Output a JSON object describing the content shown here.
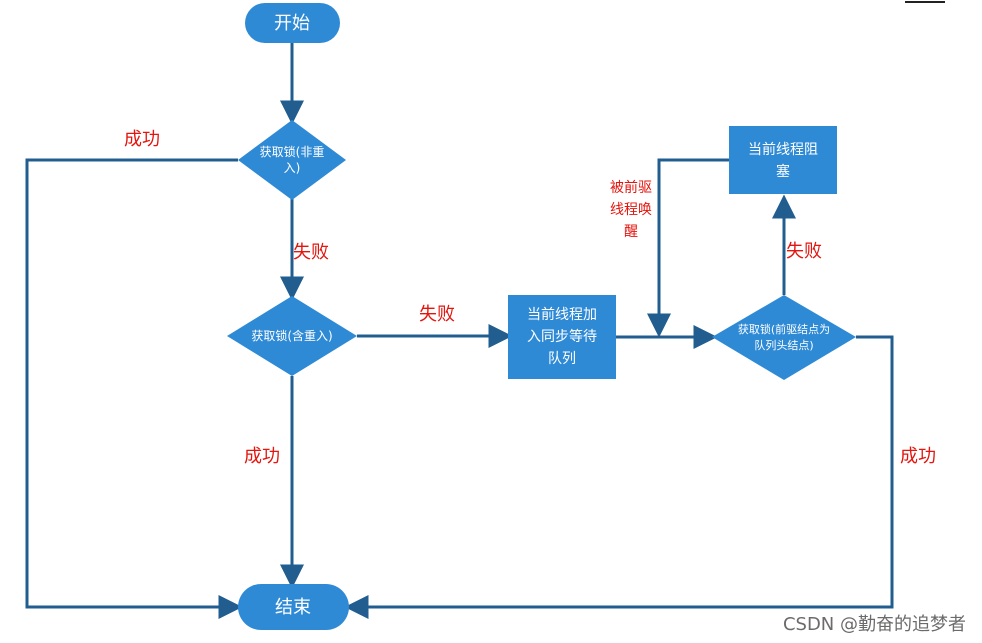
{
  "colors": {
    "node_fill": "#2f8ad6",
    "edge": "#215d8f",
    "label": "#e3150e",
    "watermark": "#6b6b6b"
  },
  "nodes": {
    "start": "开始",
    "lock_non_reentrant": [
      "获取锁(非重",
      "入)"
    ],
    "lock_reentrant": "获取锁(含重入)",
    "enqueue": [
      "当前线程加",
      "入同步等待",
      "队列"
    ],
    "block": [
      "当前线程阻",
      "塞"
    ],
    "lock_head": [
      "获取锁(前驱结点为",
      "队列头结点)"
    ],
    "end": "结束"
  },
  "labels": {
    "success_left": "成功",
    "fail_1": "失败",
    "fail_2": "失败",
    "success_mid": "成功",
    "fail_3": "失败",
    "success_right": "成功",
    "woken": [
      "被前驱",
      "线程唤",
      "醒"
    ]
  },
  "watermark": "CSDN @勤奋的追梦者"
}
